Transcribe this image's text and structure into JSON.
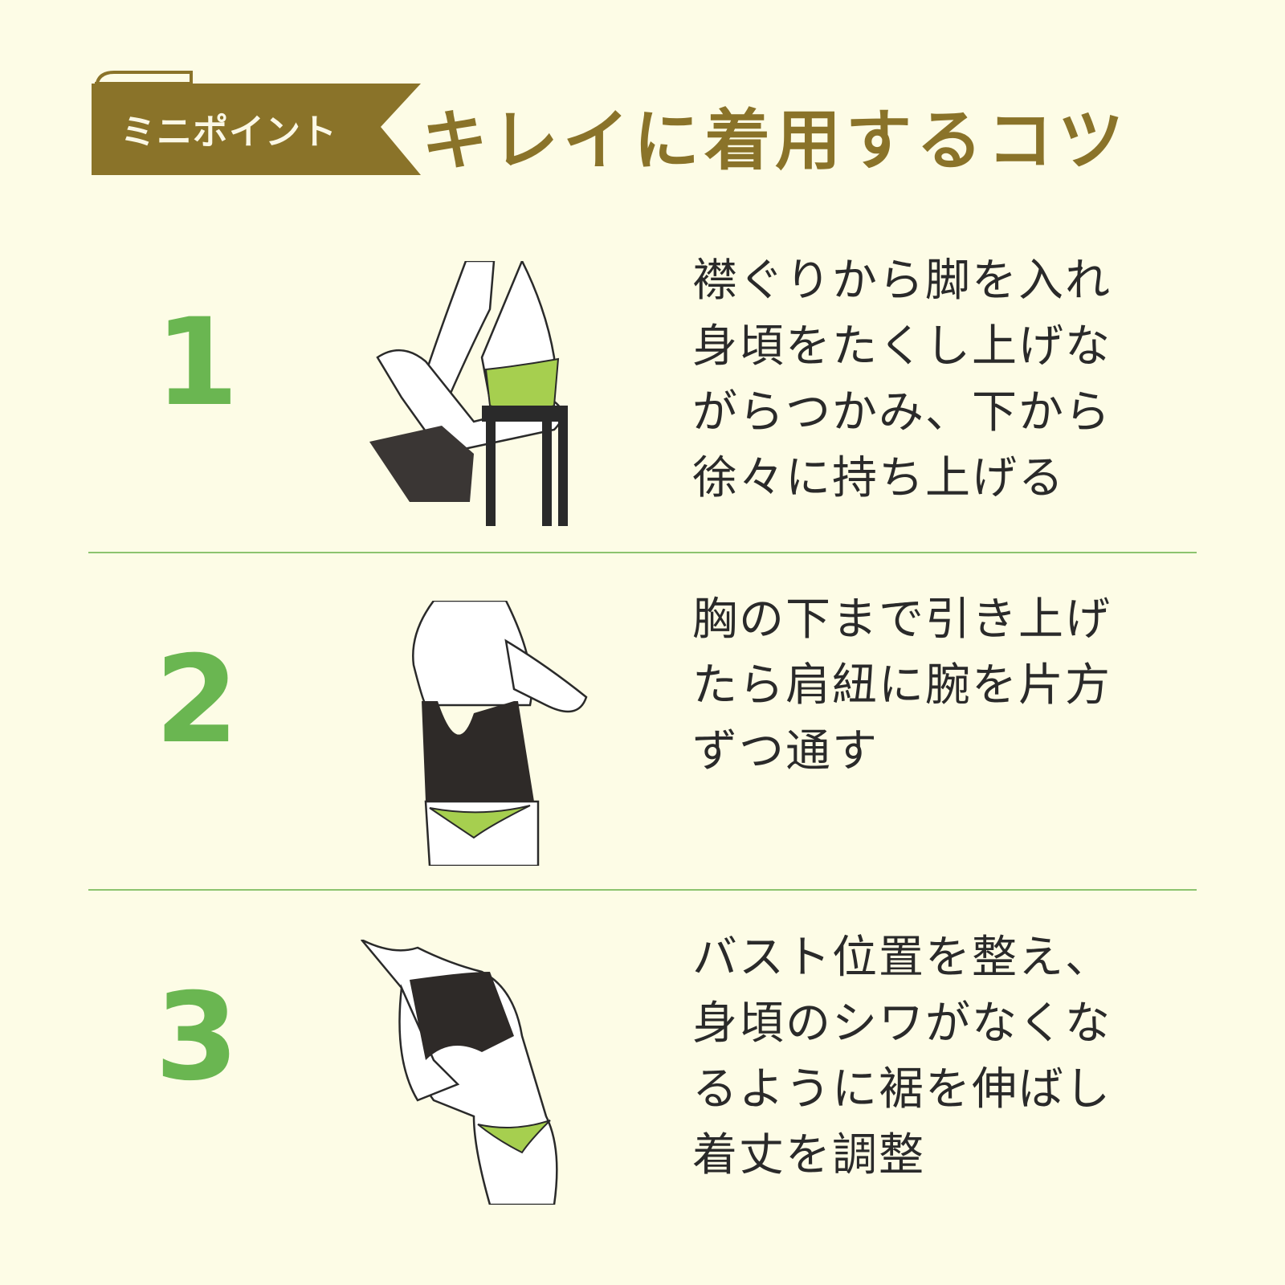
{
  "header": {
    "badge": "ミニポイント",
    "title": "キレイに着用するコツ"
  },
  "colors": {
    "olive": "#8a7329",
    "green": "#6ab651",
    "background": "#fdfce6"
  },
  "steps": [
    {
      "number": "1",
      "lines": [
        "襟ぐりから脚を入れ",
        "身頃をたくし上げな",
        "がらつかみ、下から",
        "徐々に持ち上げる"
      ]
    },
    {
      "number": "2",
      "lines": [
        "胸の下まで引き上げ",
        "たら肩紐に腕を片方",
        "ずつ通す"
      ]
    },
    {
      "number": "3",
      "lines": [
        "バスト位置を整え、",
        "身頃のシワがなくな",
        "るように裾を伸ばし",
        "着丈を調整"
      ]
    }
  ]
}
